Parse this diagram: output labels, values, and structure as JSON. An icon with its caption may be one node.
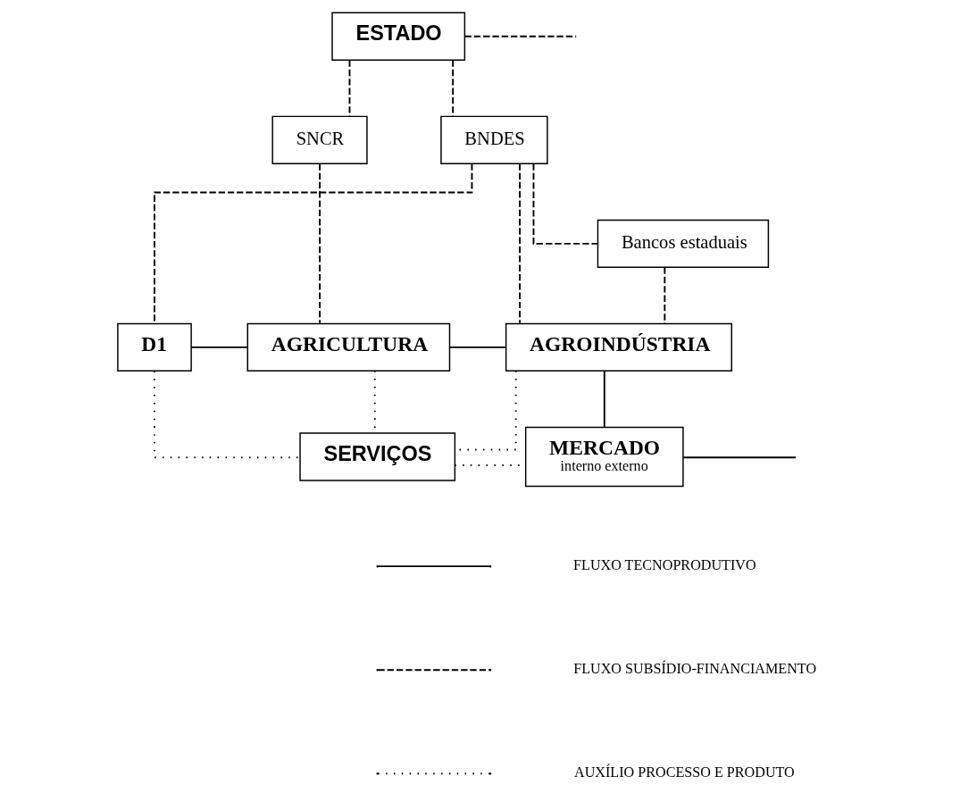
{
  "diagram": {
    "nodes": [
      {
        "text": [
          "ESTADO"
        ]
      },
      {
        "text": [
          "BNDES"
        ]
      },
      {
        "text": [
          "SNCR"
        ]
      },
      {
        "text": [
          "Bancos estaduais"
        ]
      },
      {
        "text": [
          "D1"
        ]
      },
      {
        "text": [
          "AGRICULTURA"
        ]
      },
      {
        "text": [
          "AGROINDÚSTRIA"
        ]
      },
      {
        "text": [
          "SERVIÇOS"
        ]
      },
      {
        "text": [
          "MERCADO",
          "interno externo"
        ]
      }
    ],
    "edges": [
      {
        "from": 0,
        "to": 1,
        "arrow": "none",
        "style": "dashed"
      },
      {
        "from": 0,
        "to": null,
        "arrow": "none",
        "style": "dashed"
      },
      {
        "from": 0,
        "to": 2,
        "arrow": "none",
        "style": "dashed"
      },
      {
        "from": 1,
        "to": 4,
        "arrow": "none",
        "style": "dashed"
      },
      {
        "from": 1,
        "to": 3,
        "arrow": "none",
        "style": "dashed"
      },
      {
        "from": 1,
        "to": 6,
        "arrow": "none",
        "style": "dashed"
      },
      {
        "from": 3,
        "to": 6,
        "arrow": "none",
        "style": "dashed"
      },
      {
        "from": 2,
        "to": 5,
        "arrow": "none",
        "style": "dashed"
      },
      {
        "from": 4,
        "to": 5,
        "arrow": "none"
      },
      {
        "from": 5,
        "to": 6,
        "arrow": "none"
      },
      {
        "from": 6,
        "to": 8,
        "arrow": "none"
      },
      {
        "from": 8,
        "to": null,
        "arrow": "none"
      },
      {
        "from": 4,
        "to": 7,
        "arrow": "none",
        "style": "dashed"
      },
      {
        "from": 5,
        "to": 7,
        "arrow": "none",
        "style": "dashed"
      },
      {
        "from": 7,
        "to": 8,
        "arrow": "none",
        "style": "dashed"
      },
      {
        "from": 6,
        "to": 7,
        "arrow": "none",
        "style": "dashed"
      }
    ],
    "legend": [
      {
        "text": "FLUXO TECNOPRODUTIVO"
      },
      {
        "text": "FLUXO SUBSÍDIO-FINANCIAMENTO"
      },
      {
        "text": "AUXÍLIO PROCESSO E PRODUTO"
      }
    ]
  }
}
